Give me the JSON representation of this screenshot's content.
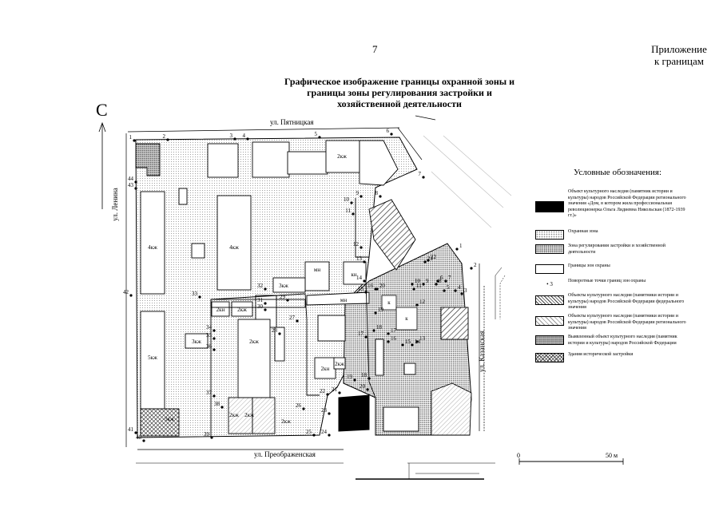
{
  "page": {
    "number": "7",
    "appendix_line1": "Приложение",
    "appendix_line2": "к границам"
  },
  "title": {
    "line1": "Графическое изображение границы охранной зоны и",
    "line2": "границы зоны регулирования застройки и",
    "line3": "хозяйственной деятельности"
  },
  "north": {
    "letter": "С"
  },
  "streets": {
    "pyatnitskaya": "ул. Пятницкая",
    "lenina": "ул. Ленина",
    "kazanskaya": "ул. Казанская",
    "preobrazhenskaya": "ул. Преображенская"
  },
  "scale": {
    "zero": "0",
    "fifty": "50 м"
  },
  "legend": {
    "title": "Условные обозначения:",
    "items": [
      {
        "id": "object",
        "swatch": "black",
        "text": "Объект культурного наследия (памятник истории и культуры) народов Российской Федерации регионального значения «Дом, в котором жила профессиональная революционерка Ольга Лидиевна Никольская (1872-1939 гг.)»"
      },
      {
        "id": "protect",
        "swatch": "dots",
        "text": "Охранная зона"
      },
      {
        "id": "regulate",
        "swatch": "dense",
        "text": "Зона регулирования застройки и хозяйственной деятельности"
      },
      {
        "id": "borders",
        "swatch": "white",
        "text": "Границы зон охраны"
      },
      {
        "id": "points",
        "swatch": "point",
        "symbol": "• 3",
        "text": "Поворотные точки границ зон охраны"
      },
      {
        "id": "federal",
        "swatch": "hatch",
        "text": "Объекты культурного наследия (памятники истории и культуры) народов Российской Федерации федерального значения"
      },
      {
        "id": "regional",
        "swatch": "hatchl",
        "text": "Объекты культурного наследия (памятники истории и культуры) народов Российской Федерации регионального значения"
      },
      {
        "id": "identified",
        "swatch": "lost",
        "text": "Выявленный объект культурного наследия (памятник истории и культуры) народов Российской Федерации"
      },
      {
        "id": "historic",
        "swatch": "cross",
        "text": "Здания исторической застройки"
      }
    ]
  },
  "building_labels": [
    {
      "id": "b-2kzh-top",
      "text": "2кж"
    },
    {
      "id": "b-4kzh-left",
      "text": "4кж"
    },
    {
      "id": "b-4kzh-mid",
      "text": "4кж"
    },
    {
      "id": "b-mn",
      "text": "мн"
    },
    {
      "id": "b-3kzh",
      "text": "3кж"
    },
    {
      "id": "b-kn",
      "text": "кн"
    },
    {
      "id": "b-mn2",
      "text": "мн"
    },
    {
      "id": "b-5kzh",
      "text": "5кж"
    },
    {
      "id": "b-2kn",
      "text": "2кн"
    },
    {
      "id": "b-2kzh-a",
      "text": "2кж"
    },
    {
      "id": "b-2kzh-b",
      "text": "2кж"
    },
    {
      "id": "b-3kzh-b",
      "text": "3кж"
    },
    {
      "id": "b-2kn-b",
      "text": "2кн"
    },
    {
      "id": "b-2kzh-c",
      "text": "2кж"
    },
    {
      "id": "b-5kzh-c",
      "text": "5кж"
    },
    {
      "id": "b-2kzh-d",
      "text": "2кж"
    },
    {
      "id": "b-2kzh-e",
      "text": "2кж"
    },
    {
      "id": "b-2kzh-f",
      "text": "2кж"
    },
    {
      "id": "b-k1",
      "text": "к"
    },
    {
      "id": "b-k2",
      "text": "к"
    }
  ],
  "outer_points": [
    "1",
    "2",
    "3",
    "4",
    "5",
    "6",
    "7",
    "8",
    "9",
    "10",
    "11",
    "12",
    "13",
    "14",
    "15",
    "16",
    "17",
    "18",
    "19",
    "20",
    "21",
    "22",
    "23",
    "24",
    "25",
    "26",
    "27",
    "28",
    "29",
    "30",
    "31",
    "32",
    "33",
    "34",
    "35",
    "36",
    "37",
    "38",
    "39",
    "40",
    "41",
    "42",
    "43",
    "44"
  ],
  "inner_points": [
    "1",
    "2",
    "3",
    "4",
    "5",
    "6",
    "7",
    "8",
    "9",
    "10",
    "11",
    "12",
    "13",
    "14",
    "15",
    "16",
    "17",
    "18",
    "19",
    "20",
    "21",
    "22"
  ]
}
